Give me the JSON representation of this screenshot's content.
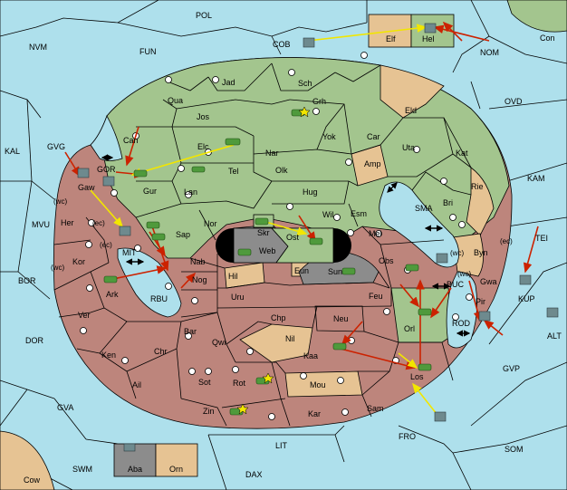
{
  "colors": {
    "sea": "#aee0ec",
    "coastal_green": "#a3c58e",
    "inland_red": "#bd857c",
    "neutral_tan": "#e6c393",
    "grey_land": "#8c8c8c",
    "move_order": "#cc2200",
    "support_order": "#f2e600"
  },
  "sea_labels": {
    "pol": "POL",
    "nvm": "NVM",
    "fun": "FUN",
    "cob": "COB",
    "nom": "NOM",
    "con": "Con",
    "kal": "KAL",
    "gvg": "GVG",
    "ovd": "OVD",
    "kam": "KAM",
    "mvu": "MVU",
    "bor": "BOR",
    "dor": "DOR",
    "gva": "GVA",
    "cow": "Cow",
    "swm": "SWM",
    "dax": "DAX",
    "lit": "LIT",
    "fro": "FRO",
    "som": "SOM",
    "gvp": "GVP",
    "alt": "ALT",
    "kup": "KUP",
    "tei": "TEI",
    "buc": "BUC",
    "rod": "ROD",
    "sma": "SMA",
    "mit": "MIT",
    "rbu": "RBU",
    "gor": "GOR"
  },
  "province_labels": {
    "elf": "Elf",
    "hel": "Hel",
    "jad": "Jad",
    "sch": "Sch",
    "qua": "Qua",
    "grh": "Grh",
    "jos": "Jos",
    "can": "Can",
    "elc": "Elc",
    "yok": "Yok",
    "car": "Car",
    "eld": "Eld",
    "uta": "Uta",
    "kat": "Kat",
    "nar": "Nar",
    "olk": "Olk",
    "amp": "Amp",
    "tel": "Tel",
    "gaw": "Gaw",
    "gur": "Gur",
    "lan": "Lan",
    "hug": "Hug",
    "rie": "Rie",
    "bri": "Bri",
    "esm": "Esm",
    "wil": "Wil",
    "nor": "Nor",
    "skr": "Skr",
    "sap": "Sap",
    "ost": "Ost",
    "web": "Web",
    "mel": "Mel",
    "her": "Her",
    "byn": "Byn",
    "obs": "Obs",
    "kor": "Kor",
    "nab": "Nab",
    "hil": "Hil",
    "eun": "Eun",
    "sun": "Sun",
    "gwa": "Gwa",
    "nog": "Nog",
    "ark": "Ark",
    "uru": "Uru",
    "feu": "Feu",
    "pir": "Pir",
    "ver": "Ver",
    "chp": "Chp",
    "neu": "Neu",
    "orl": "Orl",
    "bar": "Bar",
    "qwi": "Qwi",
    "nil": "Nil",
    "ken": "Ken",
    "chr": "Chr",
    "kaa": "Kaa",
    "los": "Los",
    "ail": "Ail",
    "sot": "Sot",
    "rot": "Rot",
    "mou": "Mou",
    "zin": "Zin",
    "kar": "Kar",
    "sam": "Sam",
    "aba": "Aba",
    "orn": "Orn"
  },
  "coast_tags": {
    "wc_gaw": "(wc)",
    "ec_gaw": "(ec)",
    "ec_her": "(ec)",
    "wc_kor": "(wc)",
    "wc_byn": "(wc)",
    "ec_byn": "(ec)",
    "wc_gwa": "(wc)"
  }
}
